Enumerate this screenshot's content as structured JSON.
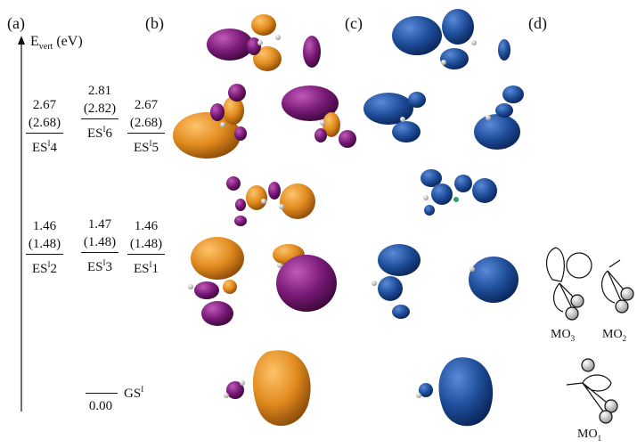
{
  "panels": {
    "a": "(a)",
    "b": "(b)",
    "c": "(c)",
    "d": "(d)"
  },
  "axis": {
    "label_main": "E",
    "label_sub": "vert",
    "label_unit": " (eV)"
  },
  "levels": {
    "es4": {
      "vert": "2.67",
      "adia": "(2.68)",
      "name_pre": "ES",
      "name_sup": "I",
      "name_post": "4"
    },
    "es6": {
      "vert": "2.81",
      "adia": "(2.82)",
      "name_pre": "ES",
      "name_sup": "I",
      "name_post": "6"
    },
    "es5": {
      "vert": "2.67",
      "adia": "(2.68)",
      "name_pre": "ES",
      "name_sup": "I",
      "name_post": "5"
    },
    "es2": {
      "vert": "1.46",
      "adia": "(1.48)",
      "name_pre": "ES",
      "name_sup": "I",
      "name_post": "2"
    },
    "es3": {
      "vert": "1.47",
      "adia": "(1.48)",
      "name_pre": "ES",
      "name_sup": "I",
      "name_post": "3"
    },
    "es1": {
      "vert": "1.46",
      "adia": "(1.48)",
      "name_pre": "ES",
      "name_sup": "I",
      "name_post": "1"
    },
    "gs": {
      "vert": "0.00",
      "name_pre": "GS",
      "name_sup": "I"
    }
  },
  "orbital_labels": {
    "mo3": {
      "pre": "MO",
      "sub": "3"
    },
    "mo2": {
      "pre": "MO",
      "sub": "2"
    },
    "mo1": {
      "pre": "MO",
      "sub": "1"
    }
  },
  "colors": {
    "orange": "#e08a1e",
    "purple": "#7a1a78",
    "blue": "#1f4e9a",
    "atom": "#d8d8d8",
    "ink": "#111111"
  }
}
